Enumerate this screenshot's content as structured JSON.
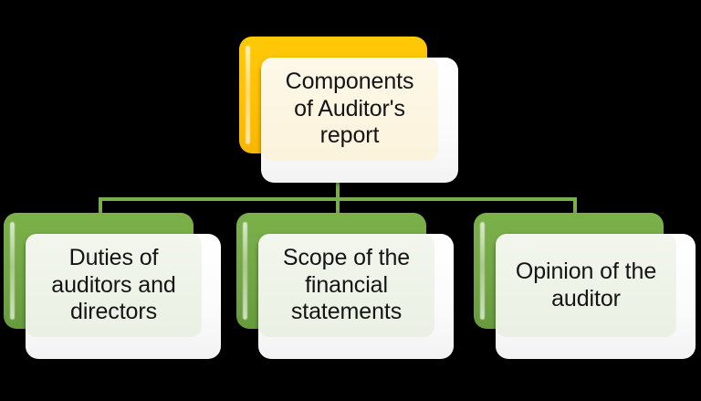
{
  "diagram": {
    "title": "Components of Auditor's report",
    "type": "hierarchy-tree",
    "background_color": "#000000",
    "connector_color": "#7aad4c",
    "root": {
      "id": "root",
      "label": "Components\nof Auditor's\nreport",
      "accent_color": "#ffc005",
      "face_color": "#fcf5e1",
      "card_color": "#ffffff",
      "text_color": "#141414"
    },
    "children": [
      {
        "id": "duties",
        "label": "Duties of\nauditors and\ndirectors",
        "accent_color": "#71a544",
        "face_color": "#eef3e8",
        "card_color": "#ffffff",
        "text_color": "#141414"
      },
      {
        "id": "scope",
        "label": "Scope of the\nfinancial\nstatements",
        "accent_color": "#71a544",
        "face_color": "#eef3e8",
        "card_color": "#ffffff",
        "text_color": "#141414"
      },
      {
        "id": "opinion",
        "label": "Opinion of the\nauditor",
        "accent_color": "#71a544",
        "face_color": "#eef3e8",
        "card_color": "#ffffff",
        "text_color": "#141414"
      }
    ]
  }
}
